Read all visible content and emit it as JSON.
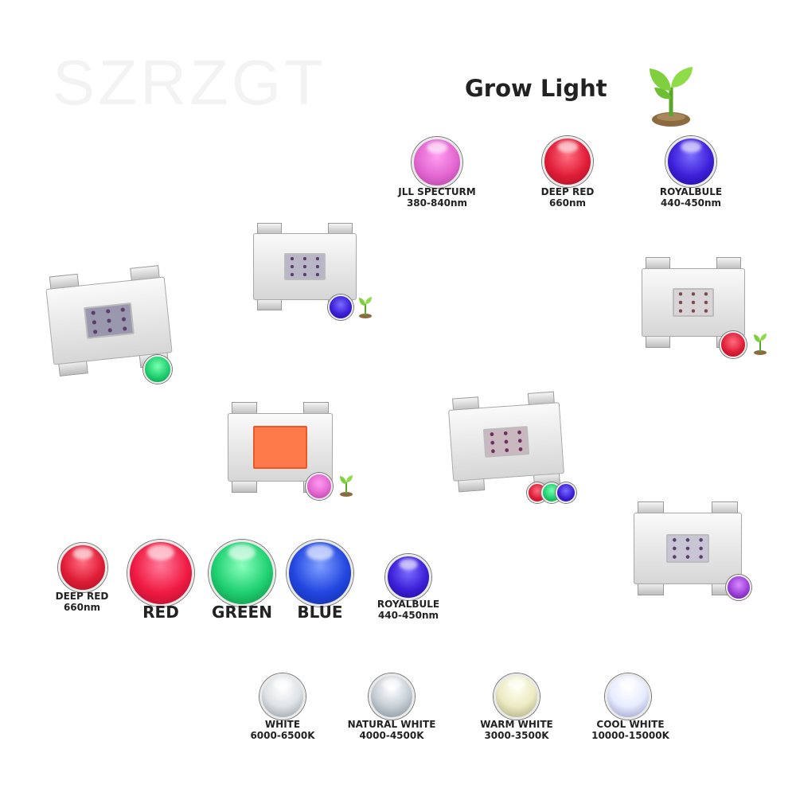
{
  "watermark": "SZRZGT",
  "title": "Grow Light",
  "colors": {
    "jll_spectrum": "#e266d0",
    "deep_red": "#e01d38",
    "royal_blue": "#3c1fd8",
    "red": "#f01a43",
    "green": "#1fd070",
    "blue": "#2246e0",
    "white": "#dfe3e6",
    "natural_white": "#c8d0d6",
    "warm_white": "#ecebc4",
    "cool_white": "#e8ecff",
    "chip_orange": "#ff7a4a"
  },
  "grow_light_options": [
    {
      "name": "JLL SPECTURM",
      "value": "380-840nm",
      "color_key": "jll_spectrum"
    },
    {
      "name": "DEEP RED",
      "value": "660nm",
      "color_key": "deep_red"
    },
    {
      "name": "ROYALBULE",
      "value": "440-450nm",
      "color_key": "royal_blue"
    }
  ],
  "color_options": [
    {
      "name": "DEEP RED",
      "value": "660nm"
    },
    {
      "name": "RED"
    },
    {
      "name": "GREEN"
    },
    {
      "name": "BLUE"
    },
    {
      "name": "ROYALBULE",
      "value": "440-450nm"
    }
  ],
  "white_options": [
    {
      "name": "WHITE",
      "value": "6000-6500K"
    },
    {
      "name": "NATURAL WHITE",
      "value": "4000-4500K"
    },
    {
      "name": "WARM WHITE",
      "value": "3000-3500K"
    },
    {
      "name": "COOL WHITE",
      "value": "10000-15000K"
    }
  ],
  "chips": [
    {
      "name": "green-chip",
      "badge": "green"
    },
    {
      "name": "royal-blue-chip",
      "badge": "royal_blue"
    },
    {
      "name": "deep-red-chip",
      "badge": "deep_red"
    },
    {
      "name": "full-spectrum-chip",
      "badge": "jll_spectrum"
    },
    {
      "name": "rgb-chip",
      "badge": "rgb"
    },
    {
      "name": "purple-chip",
      "badge": "jll_spectrum"
    }
  ]
}
